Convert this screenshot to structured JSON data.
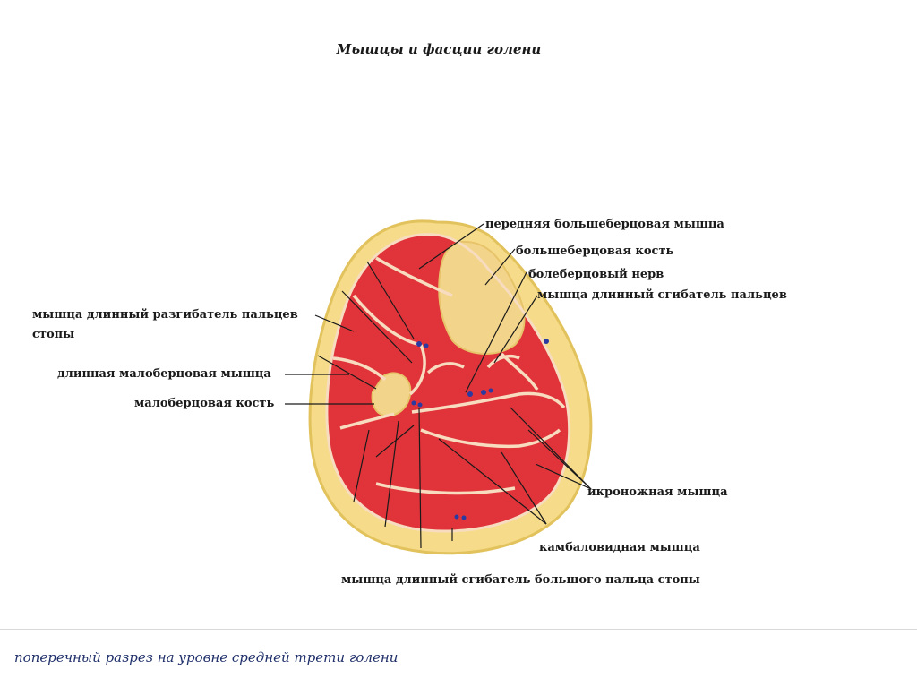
{
  "title": "Мышцы и фасции голени",
  "caption": "поперечный разрез на уровне средней трети голени",
  "labels": {
    "anterior_tibialis": "передняя большеберцовая мышца",
    "tibia": "большеберцовая кость",
    "tibial_nerve": "болеберцовый нерв",
    "flexor_digitorum_longus": "мышца длинный сгибатель пальцев",
    "extensor_digitorum_longus_line1": "мышца длинный разгибатель пальцев",
    "extensor_digitorum_longus_line2": "стопы",
    "peroneus_longus": "длинная малоберцовая мышца",
    "fibula": "малоберцовая кость",
    "gastrocnemius": "икроножная мышца",
    "soleus": "камбаловидная мышца",
    "flexor_hallucis_longus": "мышца длинный сгибатель большого пальца стопы"
  },
  "colors": {
    "muscle": "#e0343a",
    "muscle_dark": "#c8262c",
    "fascia": "#f7dcc0",
    "fat": "#f6dc8a",
    "bone": "#f2d58a",
    "skin": "#e8c760",
    "leader": "#1a1a1a"
  }
}
